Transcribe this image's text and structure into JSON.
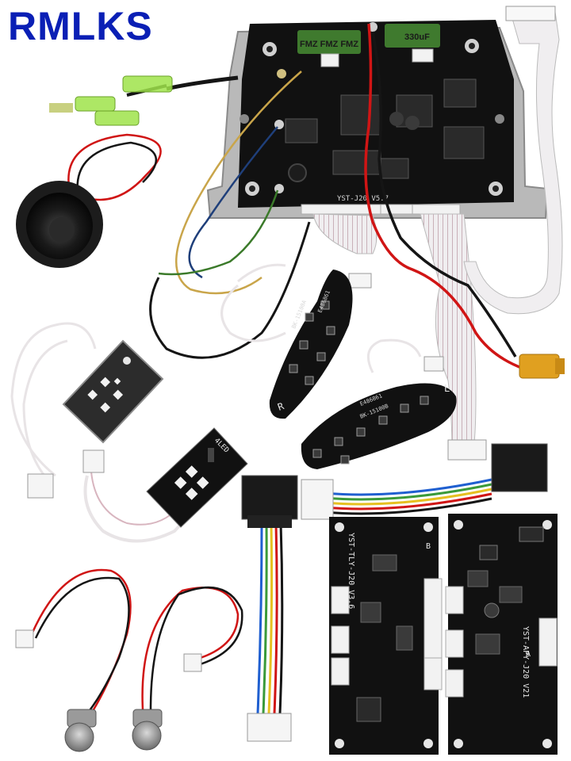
{
  "brand": {
    "text": "RMLKS",
    "color": "#0a1fb5"
  },
  "main_board": {
    "model": "YST-J20 V5.7",
    "cap_left": "FMZ FMZ FMZ",
    "cap_right": "330uF"
  },
  "led_left": {
    "model": "BK-15100A",
    "code": "E486861",
    "mark": "R"
  },
  "led_right": {
    "model": "BK-15100B",
    "code": "E486861",
    "mark": "L"
  },
  "small_board_1": {
    "label": "4LED"
  },
  "gyro_board_b": {
    "model": "YST-TLY-J20 V3.6",
    "mark": "B"
  },
  "gyro_board_a": {
    "model": "YST-APY-J20 V21",
    "mark": "A"
  },
  "colors": {
    "pcb": "#111111",
    "wire_red": "#d01515",
    "wire_black": "#151515",
    "wire_white": "#e9e5e6",
    "connector_yellow": "#e0a020",
    "terminal_green": "#9fe34a"
  }
}
